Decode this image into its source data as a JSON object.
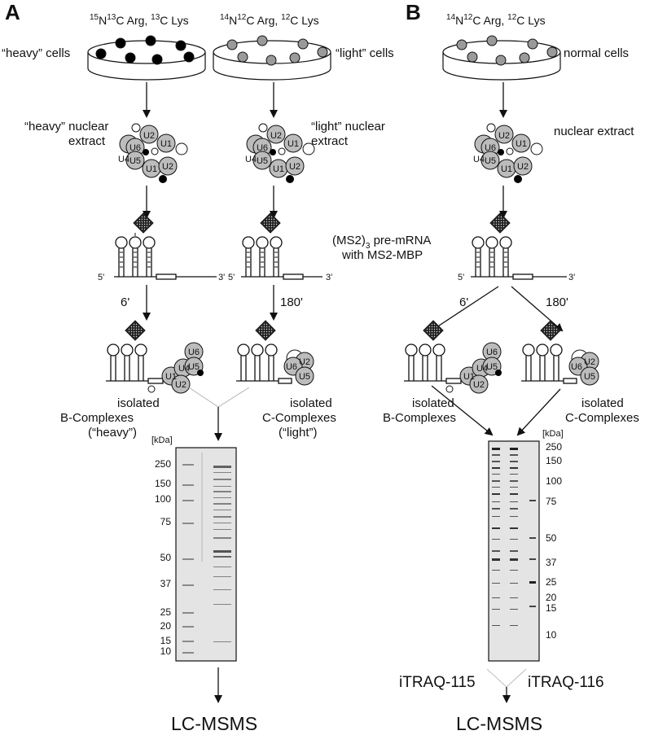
{
  "panels": {
    "A": {
      "letter": "A",
      "heavy_label_pre": "15",
      "heavy_label_a": "N",
      "heavy_label_b": "13",
      "heavy_label_c": "C Arg, ",
      "heavy_label_d": "13",
      "heavy_label_e": "C Lys",
      "light_label_pre": "14",
      "light_label_a": "N",
      "light_label_b": "12",
      "light_label_c": "C Arg, ",
      "light_label_d": "12",
      "light_label_e": "C Lys",
      "heavy_cells": "“heavy” cells",
      "light_cells": "“light” cells",
      "heavy_extract_1": "“heavy” nuclear",
      "heavy_extract_2": "extract",
      "light_extract_1": "“light” nuclear",
      "light_extract_2": "extract",
      "time_b": "6'",
      "time_c": "180'",
      "b_complex_1": "isolated",
      "b_complex_2": "B-Complexes",
      "b_complex_3": "(“heavy”)",
      "c_complex_1": "isolated",
      "c_complex_2": "C-Complexes",
      "c_complex_3": "(“light”)",
      "kda": "[kDa]",
      "markers": [
        "250",
        "150",
        "100",
        "75",
        "50",
        "37",
        "25",
        "20",
        "15",
        "10"
      ],
      "output": "LC-MSMS"
    },
    "B": {
      "letter": "B",
      "label_pre": "14",
      "label_a": "N",
      "label_b": "12",
      "label_c": "C Arg, ",
      "label_d": "12",
      "label_e": "C Lys",
      "cells": "normal cells",
      "extract": "nuclear extract",
      "time_b": "6'",
      "time_c": "180'",
      "b_complex_1": "isolated",
      "b_complex_2": "B-Complexes",
      "c_complex_1": "isolated",
      "c_complex_2": "C-Complexes",
      "kda": "[kDa]",
      "markers": [
        "250",
        "150",
        "100",
        "75",
        "50",
        "37",
        "25",
        "20",
        "15",
        "10"
      ],
      "itraq_115": "iTRAQ-115",
      "itraq_116": "iTRAQ-116",
      "output": "LC-MSMS"
    }
  },
  "substrate": {
    "line1_a": "(MS2)",
    "line1_b": "3",
    "line1_c": " pre-mRNA",
    "line2": "with MS2-MBP",
    "five_prime": "5'",
    "three_prime": "3'"
  },
  "snrnp_labels": {
    "u1": "U1",
    "u2": "U2",
    "u4": "U4",
    "u5": "U5",
    "u6": "U6"
  },
  "colors": {
    "snrnp_fill": "#bcbcbc",
    "heavy_dot": "#000000",
    "light_dot": "#9a9a9a",
    "gel_bg": "#e4e4e4"
  }
}
